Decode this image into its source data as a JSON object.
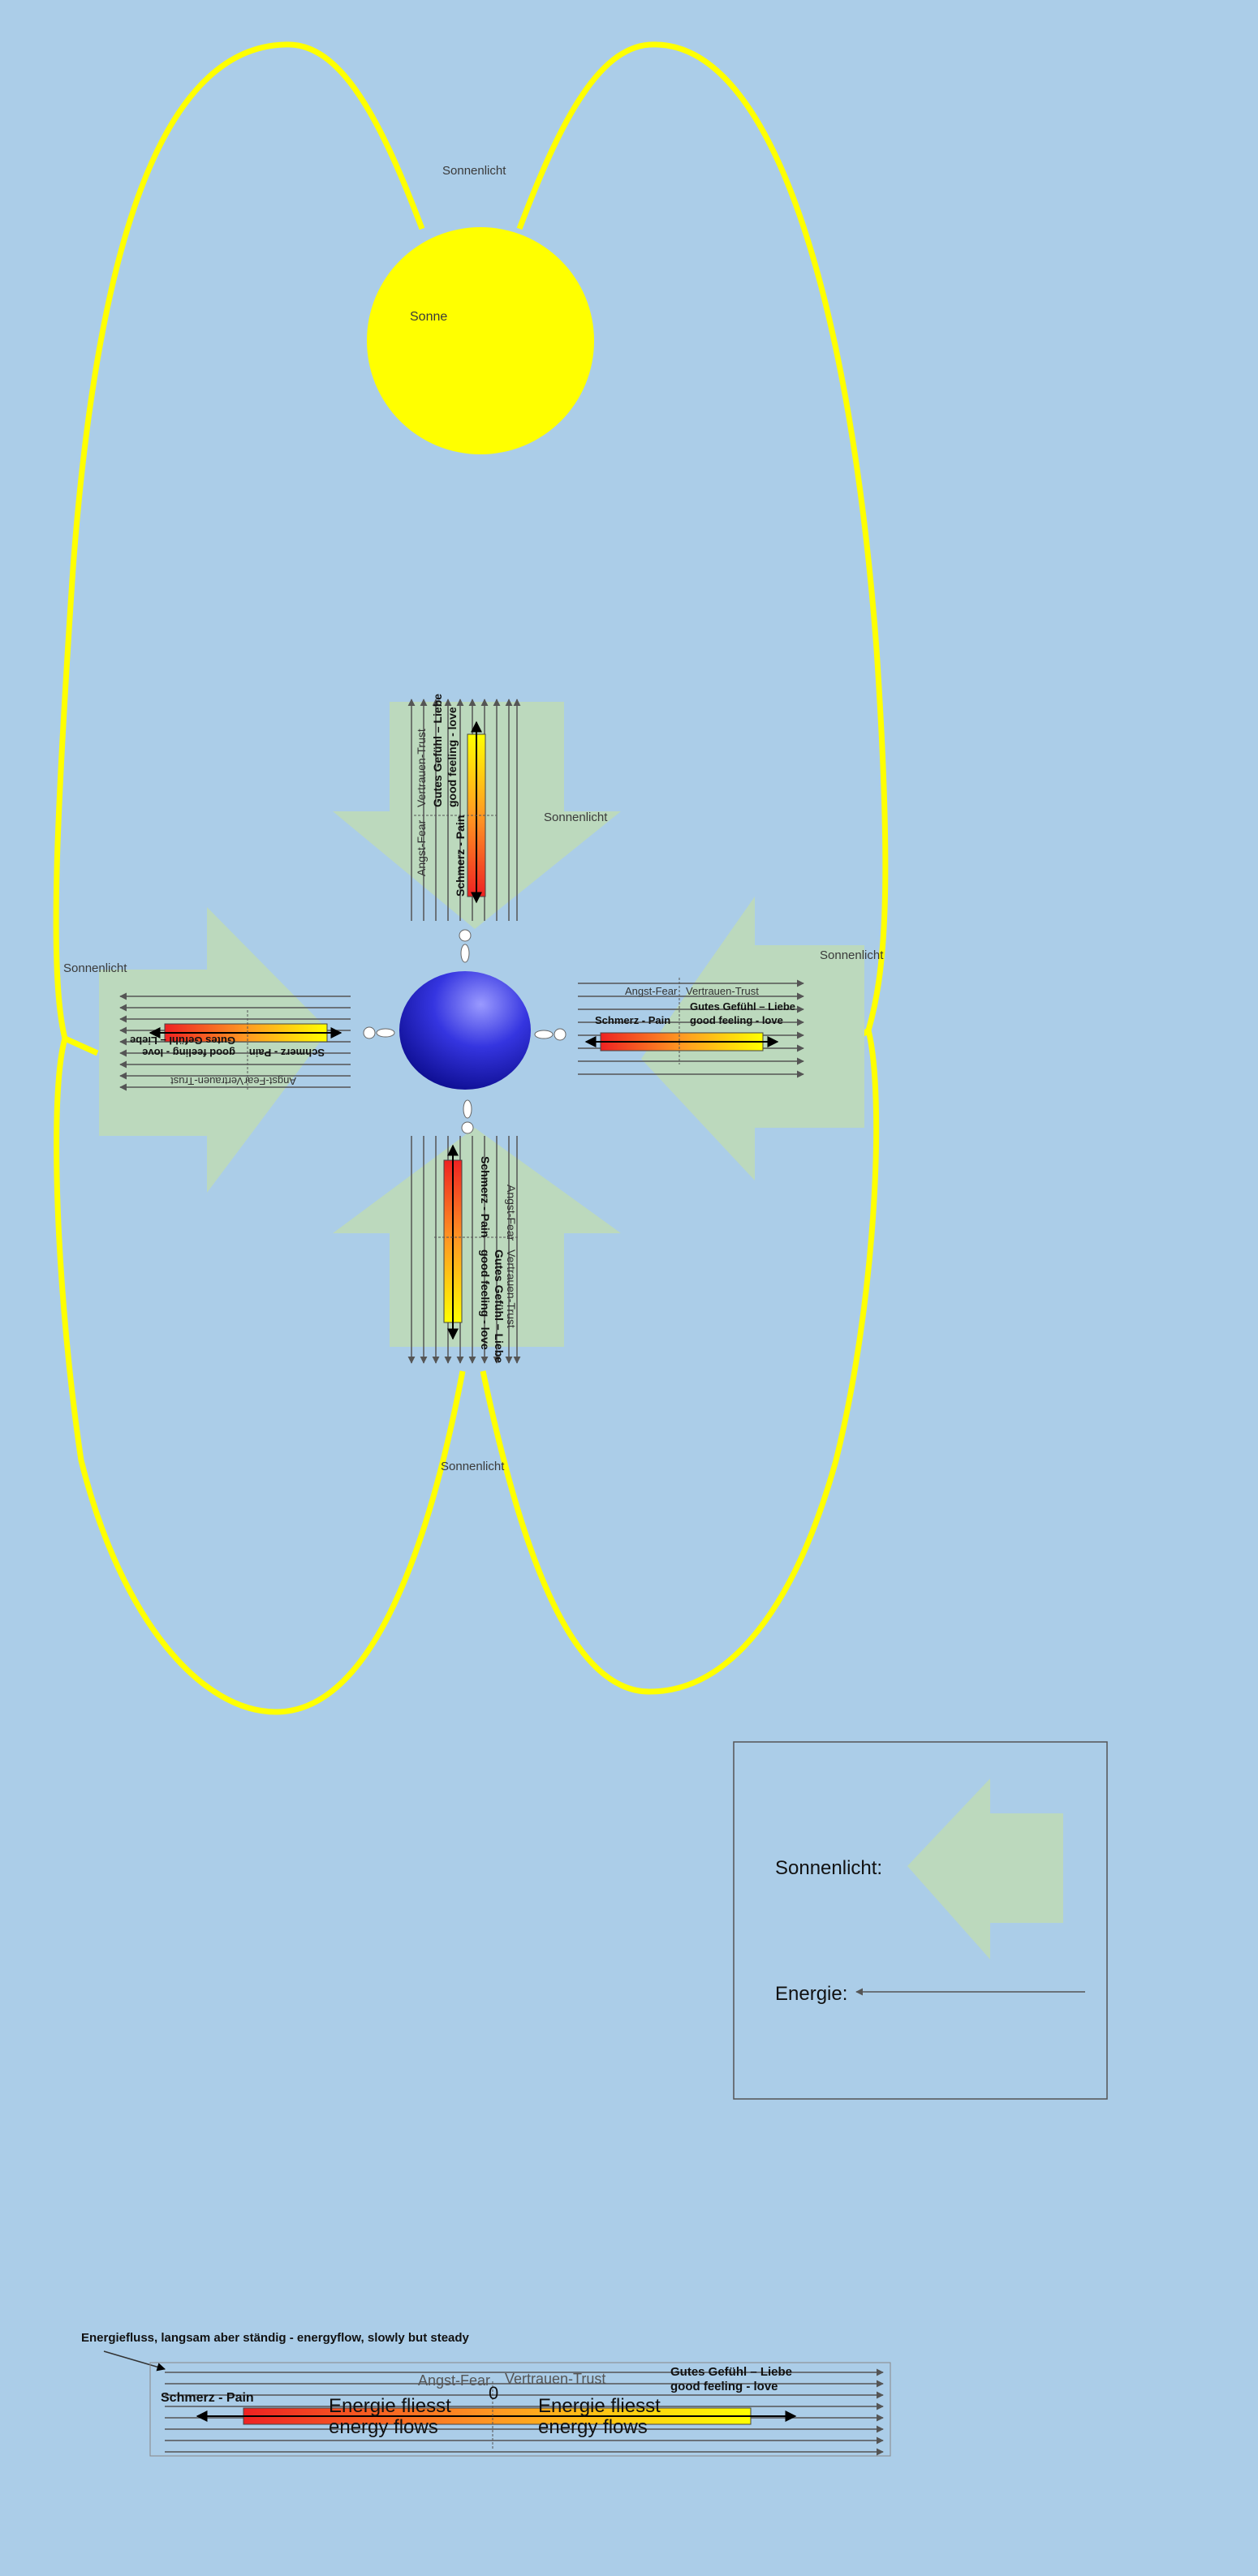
{
  "labels": {
    "sunlight": "Sonnenlicht",
    "sun": "Sonne"
  },
  "gauge": {
    "fear": "Angst-Fear",
    "trust": "Vertrauen-Trust",
    "good_feeling_de": "Gutes Gefühl – Liebe",
    "good_feeling_en": "good feeling - love",
    "pain": "Schmerz - Pain"
  },
  "legend": {
    "sunlight": "Sonnenlicht:",
    "energy": "Energie:"
  },
  "bottom": {
    "caption": "Energiefluss, langsam aber ständig - energyflow, slowly but steady",
    "fear": "Angst-Fear",
    "trust": "Vertrauen-Trust",
    "zero": "0",
    "good_de": "Gutes Gefühl – Liebe",
    "good_en": "good feeling - love",
    "pain": "Schmerz - Pain",
    "flow_de": "Energie fliesst",
    "flow_en": "energy flows"
  },
  "colors": {
    "background": "#abcde8",
    "sun": "#ffff00",
    "sunlight_arrow": "#bcd9bd",
    "planet": "#3535e0",
    "gradient_red": "#ee2222",
    "gradient_yellow": "#ffff00"
  }
}
